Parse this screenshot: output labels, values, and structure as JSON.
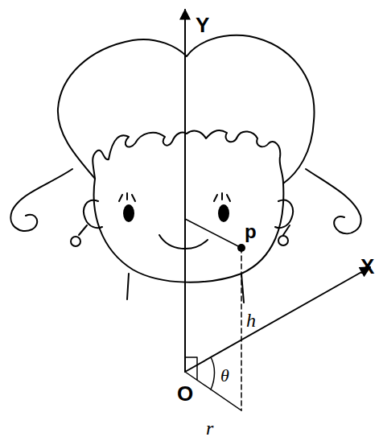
{
  "diagram": {
    "labels": [
      "Y",
      "X",
      "p",
      "h",
      "θ",
      "O",
      "r"
    ]
  }
}
